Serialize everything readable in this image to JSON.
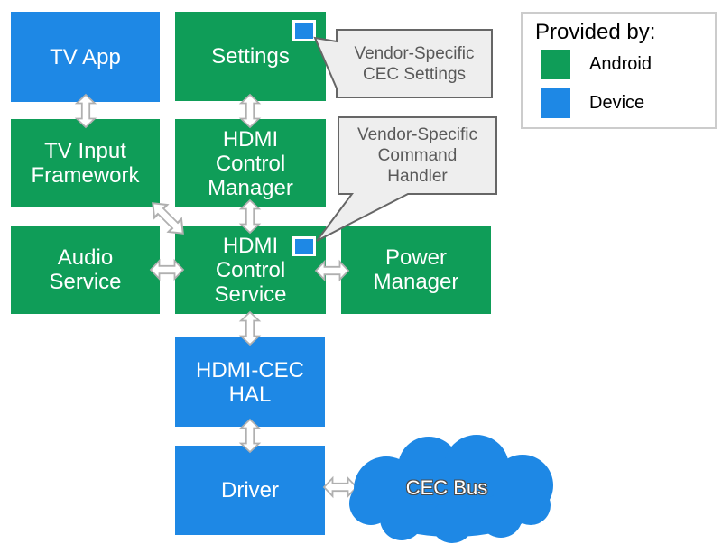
{
  "nodes": {
    "tv_app": {
      "label": "TV App",
      "provider": "device"
    },
    "settings": {
      "label": "Settings",
      "provider": "android"
    },
    "tv_input_framework": {
      "label": "TV Input\nFramework",
      "provider": "android"
    },
    "hdmi_control_manager": {
      "label": "HDMI\nControl\nManager",
      "provider": "android"
    },
    "audio_service": {
      "label": "Audio\nService",
      "provider": "android"
    },
    "hdmi_control_service": {
      "label": "HDMI\nControl\nService",
      "provider": "android"
    },
    "power_manager": {
      "label": "Power\nManager",
      "provider": "android"
    },
    "hdmi_cec_hal": {
      "label": "HDMI-CEC\nHAL",
      "provider": "device"
    },
    "driver": {
      "label": "Driver",
      "provider": "device"
    },
    "cec_bus": {
      "label": "CEC Bus",
      "provider": "device"
    }
  },
  "callouts": {
    "cec_settings": {
      "text": "Vendor-Specific\nCEC Settings"
    },
    "command_handler": {
      "text": "Vendor-Specific\nCommand\nHandler"
    }
  },
  "legend": {
    "title": "Provided by:",
    "items": [
      {
        "label": "Android",
        "color": "#0F9D58"
      },
      {
        "label": "Device",
        "color": "#1E88E5"
      }
    ]
  },
  "colors": {
    "android_green": "#0F9D58",
    "device_blue": "#1E88E5",
    "arrow_fill": "#FFFFFF",
    "arrow_outline": "#B0B0B0",
    "callout_fill": "#EEEEEE",
    "callout_border": "#666666",
    "callout_text": "#595959",
    "legend_border": "#CCCCCC"
  }
}
